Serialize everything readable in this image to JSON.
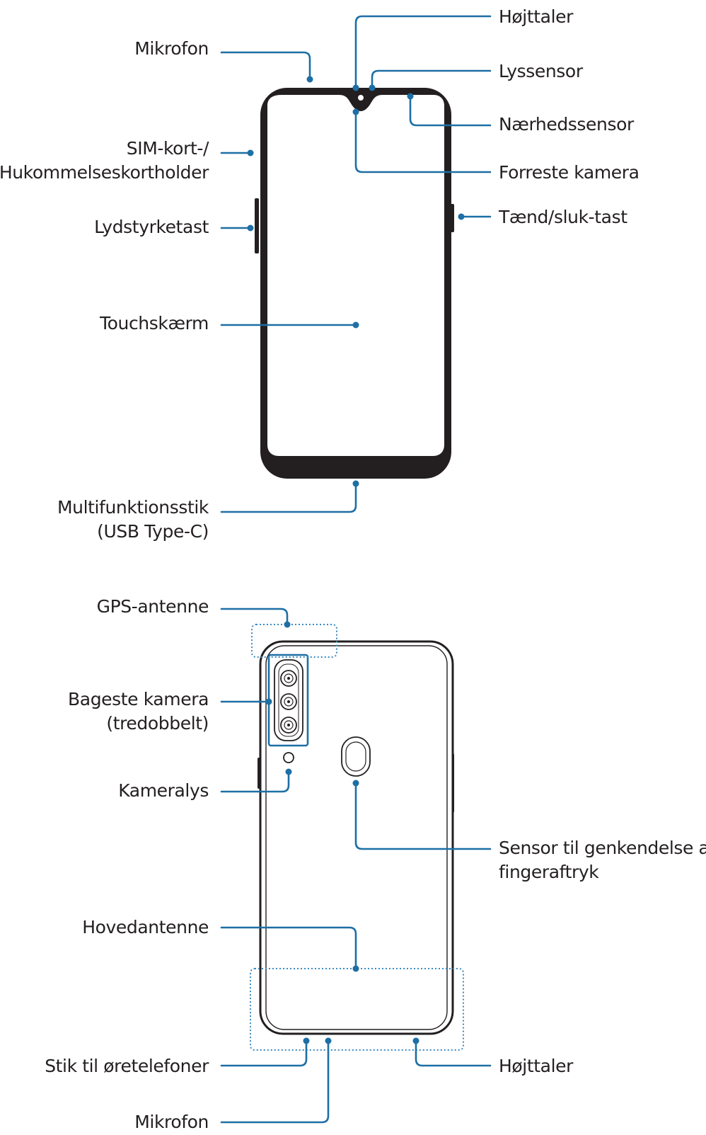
{
  "front": {
    "speaker": "Højttaler",
    "mic": "Mikrofon",
    "light_sensor": "Lyssensor",
    "proximity_sensor": "Nærhedssensor",
    "sim_line1": "SIM-kort-/",
    "sim_line2": "Hukommelseskortholder",
    "front_camera": "Forreste kamera",
    "power_key": "Tænd/sluk-tast",
    "volume_key": "Lydstyrketast",
    "touchscreen": "Touchskærm",
    "usb_line1": "Multifunktionsstik",
    "usb_line2": "(USB Type-C)"
  },
  "back": {
    "gps": "GPS-antenne",
    "rear_cam_line1": "Bageste kamera",
    "rear_cam_line2": "(tredobbelt)",
    "flash": "Kameralys",
    "fp_line1": "Sensor til genkendelse af",
    "fp_line2": "fingeraftryk",
    "main_antenna": "Hovedantenne",
    "earphone": "Stik til øretelefoner",
    "speaker": "Højttaler",
    "mic": "Mikrofon"
  },
  "colors": {
    "leader": "#1d6fa5",
    "outline": "#231f20",
    "text": "#231f20"
  }
}
